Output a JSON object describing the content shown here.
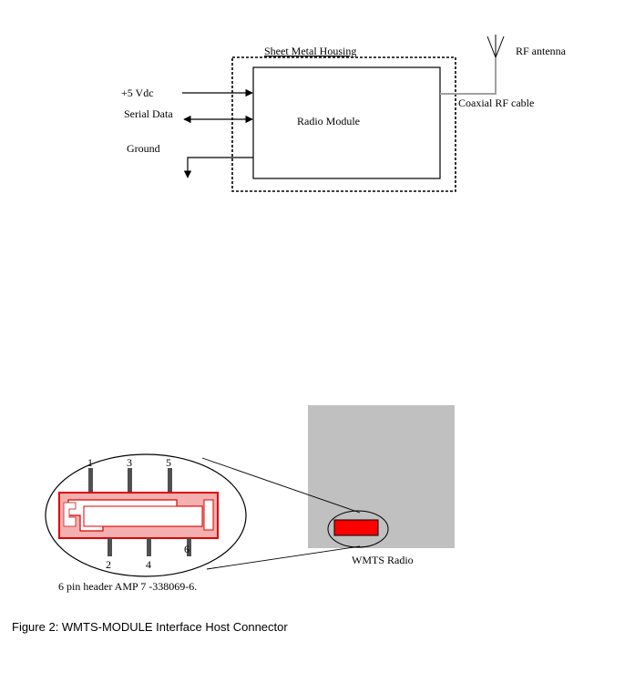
{
  "block_diagram": {
    "housing_label": "Sheet Metal Housing",
    "module_label": "Radio Module",
    "antenna_label": "RF antenna",
    "cable_label": "Coaxial RF cable",
    "inputs": {
      "power": "+5 Vdc",
      "serial": "Serial Data",
      "ground": "Ground"
    }
  },
  "connector_diagram": {
    "pins_top": [
      "1",
      "3",
      "5"
    ],
    "pins_bottom": [
      "2",
      "4",
      "6"
    ],
    "header_label": "6 pin header AMP 7 -338069-6.",
    "radio_label": "WMTS Radio",
    "colors": {
      "board": "#c0c0c0",
      "connector": "#ff0000",
      "header_fill": "#f4b0b0",
      "pin": "#505050"
    }
  },
  "caption": "Figure 2:  WMTS-MODULE Interface Host Connector"
}
